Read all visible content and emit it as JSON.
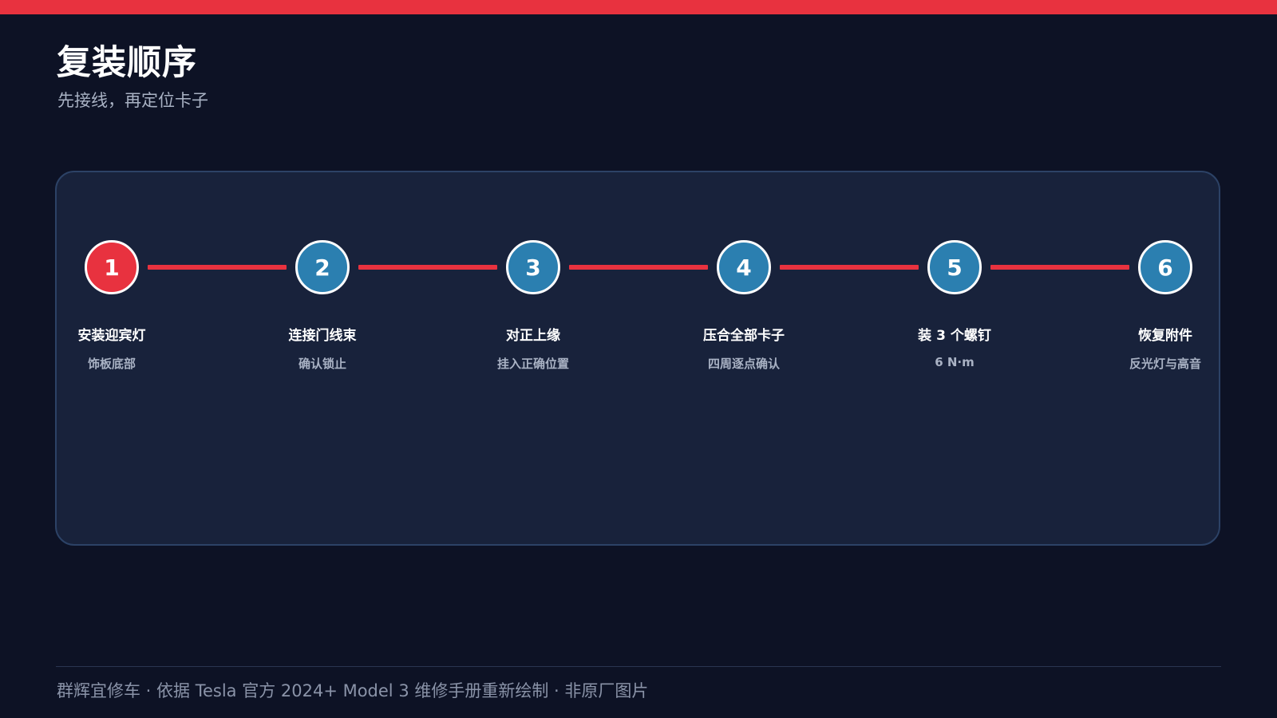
{
  "header": {
    "title": "复装顺序",
    "subtitle": "先接线，再定位卡子"
  },
  "steps": [
    {
      "number": "1",
      "title": "安装迎宾灯",
      "desc": "饰板底部",
      "active": true
    },
    {
      "number": "2",
      "title": "连接门线束",
      "desc": "确认锁止",
      "active": false
    },
    {
      "number": "3",
      "title": "对正上缘",
      "desc": "挂入正确位置",
      "active": false
    },
    {
      "number": "4",
      "title": "压合全部卡子",
      "desc": "四周逐点确认",
      "active": false
    },
    {
      "number": "5",
      "title": "装 3 个螺钉",
      "desc": "6 N·m",
      "active": false
    },
    {
      "number": "6",
      "title": "恢复附件",
      "desc": "反光灯与高音",
      "active": false
    }
  ],
  "footer": {
    "text": "群辉宜修车 · 依据 Tesla 官方 2024+ Model 3 维修手册重新绘制 · 非原厂图片"
  },
  "colors": {
    "accent": "#e8323f",
    "step": "#2b7fb0",
    "background": "#0d1225",
    "panel": "#18223b"
  }
}
